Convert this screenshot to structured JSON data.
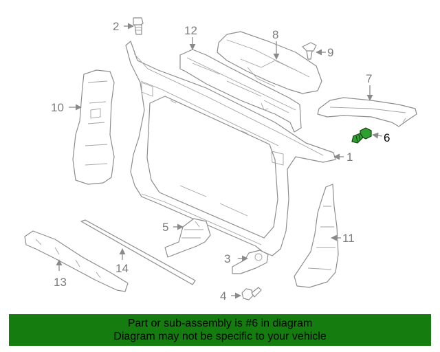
{
  "callouts": [
    "1",
    "2",
    "3",
    "4",
    "5",
    "6",
    "7",
    "8",
    "9",
    "10",
    "11",
    "12",
    "13",
    "14"
  ],
  "highlighted_part": "6",
  "colors": {
    "banner": "#157c10",
    "highlight": "#2fa02f",
    "line": "#8d8d8d"
  },
  "banner": {
    "line1": "Part or sub-assembly is #6 in diagram",
    "line2": "Diagram may not be specific to your vehicle"
  }
}
